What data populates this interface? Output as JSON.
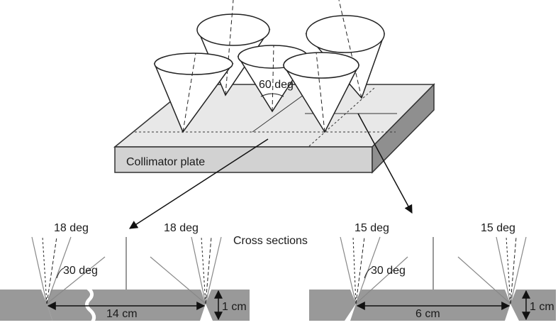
{
  "plate": {
    "label": "Collimator plate"
  },
  "cone_angle": "60 deg",
  "cross_sections_title": "Cross sections",
  "left_section": {
    "angle_left": "18 deg",
    "angle_right": "18 deg",
    "inner_angle": "30 deg",
    "width": "14 cm",
    "thickness": "1 cm"
  },
  "right_section": {
    "angle_left": "15 deg",
    "angle_right": "15 deg",
    "inner_angle": "30 deg",
    "width": "6 cm",
    "thickness": "1 cm"
  }
}
